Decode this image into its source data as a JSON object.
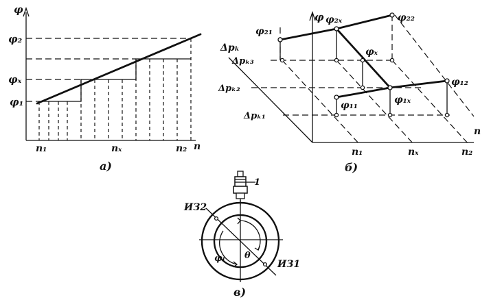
{
  "panel_a": {
    "caption": "а)",
    "y_axis": "φ",
    "labels": {
      "phi2": "φ₂",
      "phix": "φₓ",
      "phi1": "φ₁",
      "n1": "n₁",
      "nx": "nₓ",
      "n2": "n₂",
      "n": "n"
    }
  },
  "panel_b": {
    "caption": "б)",
    "y_axis": "φ",
    "depth_axis": "Δpₖ",
    "x_axis": "n",
    "points": {
      "phi21": "φ₂₁",
      "phi2x": "φ₂ₓ",
      "phi22": "φ₂₂",
      "phix": "φₓ",
      "phi11": "φ₁₁",
      "phi1x": "φ₁ₓ",
      "phi12": "φ₁₂"
    },
    "pressures": {
      "dpk3": "Δpₖ₃",
      "dpk2": "Δpₖ₂",
      "dpk1": "Δpₖ₁"
    },
    "speeds": {
      "n1": "n₁",
      "nx": "nₓ",
      "n2": "n₂"
    }
  },
  "panel_c": {
    "caption": "в)",
    "part_number": "1",
    "sensor_2": "ИЗ2",
    "sensor_1": "ИЗ1",
    "angle_phi": "φₗ",
    "angle_theta": "θ"
  }
}
